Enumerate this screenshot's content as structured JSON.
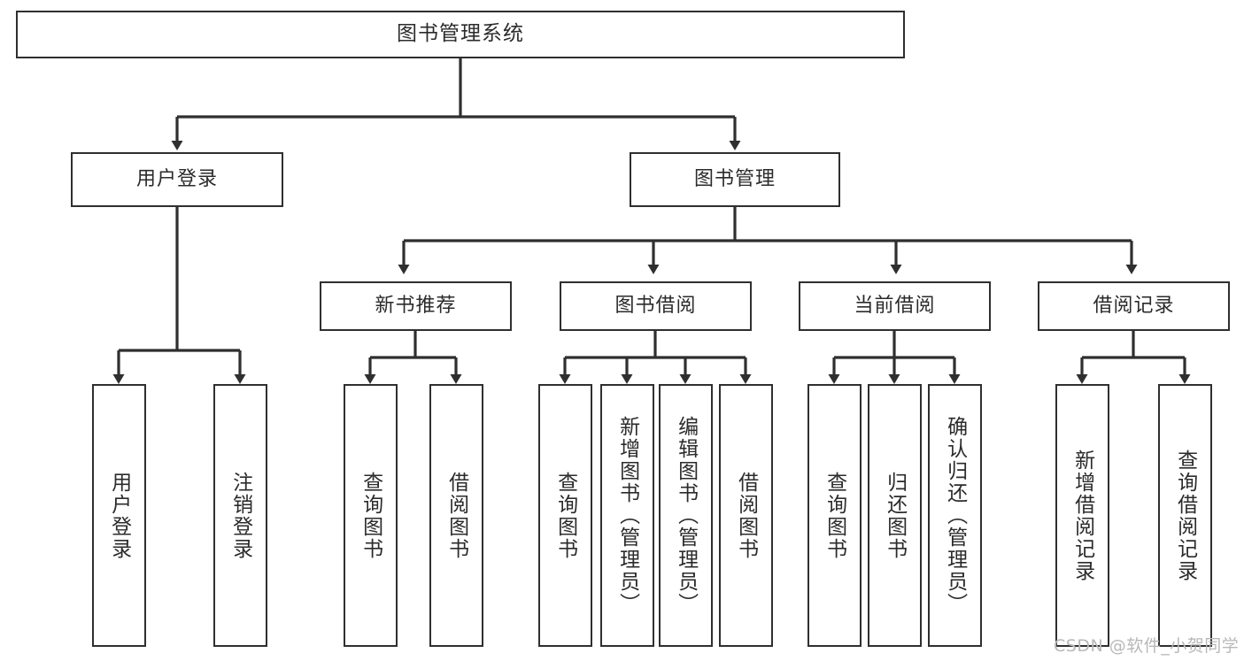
{
  "diagram": {
    "title": "图书管理系统",
    "type": "hierarchical-tree",
    "watermark": "CSDN @软件_小贺同学",
    "colors": {
      "stroke": "#2f2f2f",
      "text": "#2b2b2b",
      "background": "#ffffff",
      "watermark": "#b8b8b8"
    },
    "nodes": {
      "root": {
        "label": "图书管理系统"
      },
      "level2": [
        {
          "id": "user-login",
          "label": "用户登录"
        },
        {
          "id": "book-management",
          "label": "图书管理"
        }
      ],
      "level3": [
        {
          "id": "new-book-recommend",
          "label": "新书推荐"
        },
        {
          "id": "book-borrow",
          "label": "图书借阅"
        },
        {
          "id": "current-borrow",
          "label": "当前借阅"
        },
        {
          "id": "borrow-record",
          "label": "借阅记录"
        }
      ],
      "leaves": {
        "user_login": [
          {
            "id": "leaf-user-login",
            "label": "用户登录"
          },
          {
            "id": "leaf-logout-login",
            "label": "注销登录"
          }
        ],
        "new_book_recommend": [
          {
            "id": "leaf-query-book-1",
            "label": "查询图书"
          },
          {
            "id": "leaf-borrow-book-1",
            "label": "借阅图书"
          }
        ],
        "book_borrow": [
          {
            "id": "leaf-query-book-2",
            "label": "查询图书"
          },
          {
            "id": "leaf-add-book",
            "label": "新增图书（管理员）"
          },
          {
            "id": "leaf-edit-book",
            "label": "编辑图书（管理员）"
          },
          {
            "id": "leaf-borrow-book-2",
            "label": "借阅图书"
          }
        ],
        "current_borrow": [
          {
            "id": "leaf-query-book-3",
            "label": "查询图书"
          },
          {
            "id": "leaf-return-book",
            "label": "归还图书"
          },
          {
            "id": "leaf-confirm-return",
            "label": "确认归还（管理员）"
          }
        ],
        "borrow_record": [
          {
            "id": "leaf-add-borrow-record",
            "label": "新增借阅记录"
          },
          {
            "id": "leaf-query-borrow-record",
            "label": "查询借阅记录"
          }
        ]
      }
    }
  }
}
